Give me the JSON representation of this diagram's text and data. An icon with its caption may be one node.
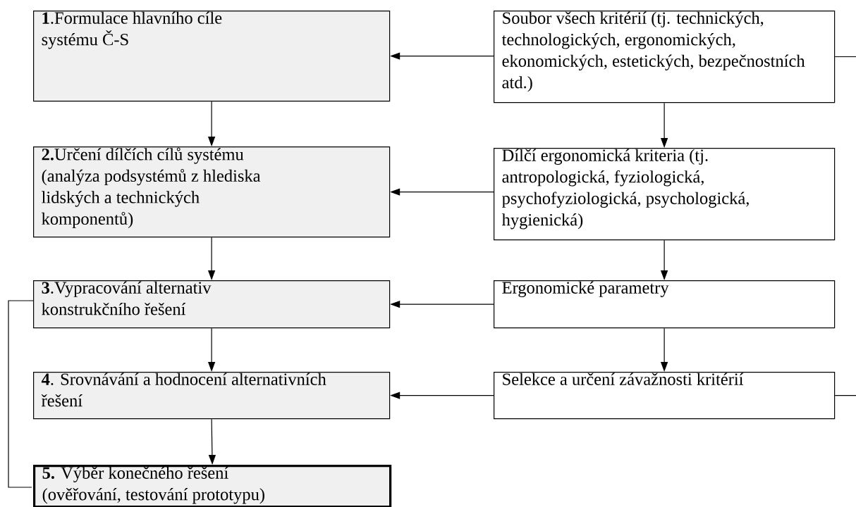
{
  "diagram": {
    "nodes": [
      {
        "text": [
          "**1**.Formulace hlavního cíle systému Č-S"
        ]
      },
      {
        "text": [
          "Soubor všech kritérií (tj. technických, technologických, ergonomických, ekonomických, estetických, bezpečnostních atd.)"
        ]
      },
      {
        "text": [
          "**2.**Určení dílčích cílů systému (analýza podsystémů z hlediska lidských a technických komponentů)"
        ]
      },
      {
        "text": [
          "Dílčí ergonomická kriteria (tj. antropologická, fyziologická, psychofyziologická, psychologická, hygienická)"
        ]
      },
      {
        "text": [
          "**3**.Vypracování alternativ konstrukčního řešení"
        ]
      },
      {
        "text": [
          "Ergonomické parametry"
        ]
      },
      {
        "text": [
          "**4**. Srovnávání a hodnocení alternativních řešení"
        ]
      },
      {
        "text": [
          "Selekce a určení závažnosti kritérií"
        ]
      },
      {
        "text": [
          "**5.** Výběr konečného řešení (ověřování, testování prototypu)"
        ]
      }
    ],
    "edges": [
      {
        "from": 1,
        "to": 0,
        "arrow": "to"
      },
      {
        "from": 1,
        "to": null,
        "arrow": "none"
      },
      {
        "from": 0,
        "to": 2,
        "arrow": "to"
      },
      {
        "from": 1,
        "to": 3,
        "arrow": "to"
      },
      {
        "from": 3,
        "to": 2,
        "arrow": "to"
      },
      {
        "from": 2,
        "to": 4,
        "arrow": "to"
      },
      {
        "from": 3,
        "to": 5,
        "arrow": "to"
      },
      {
        "from": 5,
        "to": 4,
        "arrow": "to"
      },
      {
        "from": 4,
        "to": 8,
        "arrow": "none"
      },
      {
        "from": 4,
        "to": 6,
        "arrow": "to"
      },
      {
        "from": 5,
        "to": 7,
        "arrow": "to"
      },
      {
        "from": 7,
        "to": 6,
        "arrow": "to"
      },
      {
        "from": 7,
        "to": null,
        "arrow": "none"
      },
      {
        "from": 6,
        "to": 8,
        "arrow": "to"
      }
    ]
  }
}
